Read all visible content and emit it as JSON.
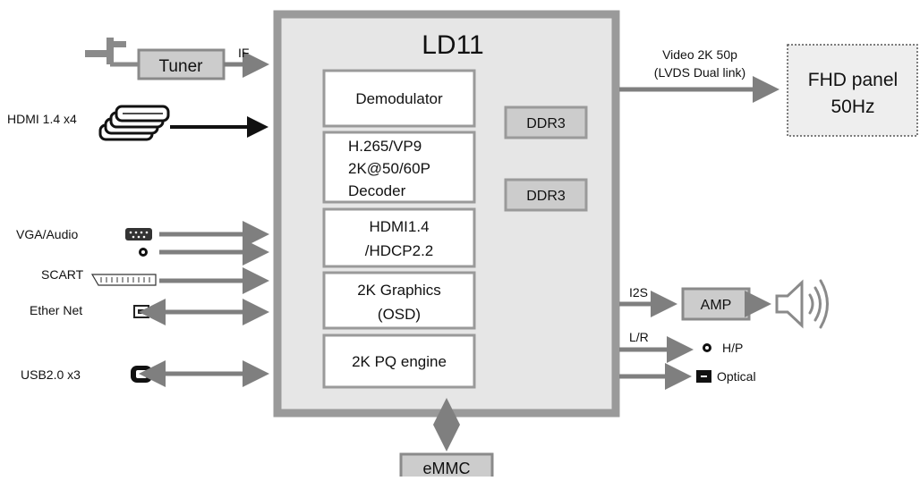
{
  "chip": {
    "title": "LD11"
  },
  "blocks": {
    "demodulator": "Demodulator",
    "decoder": [
      "H.265/VP9",
      "2K@50/60P",
      "Decoder"
    ],
    "hdmi": [
      "HDMI1.4",
      "/HDCP2.2"
    ],
    "graphics": [
      "2K Graphics",
      "(OSD)"
    ],
    "pq": "2K PQ engine",
    "ddr_top": "DDR3",
    "ddr_bottom": "DDR3"
  },
  "inputs": {
    "tuner": "Tuner",
    "if": "IF",
    "hdmi": "HDMI 1.4 x4",
    "vga_audio": "VGA/Audio",
    "scart": "SCART",
    "ethernet": "Ether Net",
    "usb": "USB2.0 x3"
  },
  "outputs": {
    "video_line1": "Video 2K 50p",
    "video_line2": "(LVDS Dual link)",
    "panel_line1": "FHD panel",
    "panel_line2": "50Hz",
    "i2s": "I2S",
    "amp": "AMP",
    "lr": "L/R",
    "hp": "H/P",
    "optical": "Optical",
    "emmc": "eMMC"
  },
  "colors": {
    "chip_fill": "#e6e6e6",
    "chip_border": "#9a9a9a",
    "block_fill": "#ffffff",
    "small_box_fill": "#cccccc",
    "arrow_gray": "#7f7f7f",
    "arrow_black": "#111111"
  }
}
